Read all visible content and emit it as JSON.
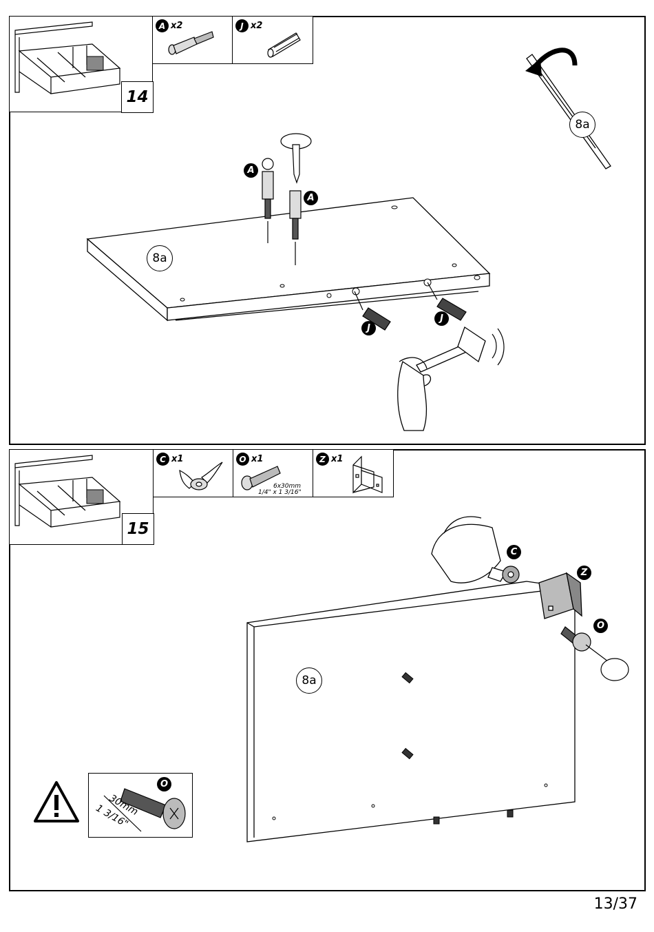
{
  "steps": [
    {
      "number": "14",
      "parts": [
        {
          "letter": "A",
          "qty": "x2",
          "icon": "cam-dowel-icon"
        },
        {
          "letter": "J",
          "qty": "x2",
          "icon": "wood-dowel-icon"
        }
      ],
      "panel_label": "8a",
      "rotate_label": "8a",
      "callouts": [
        "A",
        "A",
        "J",
        "J"
      ]
    },
    {
      "number": "15",
      "parts": [
        {
          "letter": "C",
          "qty": "x1",
          "icon": "wing-nut-icon"
        },
        {
          "letter": "O",
          "qty": "x1",
          "icon": "bolt-icon",
          "dims": [
            "6x30mm",
            "1/4\" x 1  3/16\""
          ]
        },
        {
          "letter": "Z",
          "qty": "x1",
          "icon": "bracket-icon"
        }
      ],
      "panel_label": "8a",
      "callouts": [
        "C",
        "Z",
        "O"
      ],
      "warning": {
        "letter": "O",
        "dim_mm": "30mm",
        "dim_in": "1  3/16\""
      }
    }
  ],
  "page": "13/37"
}
